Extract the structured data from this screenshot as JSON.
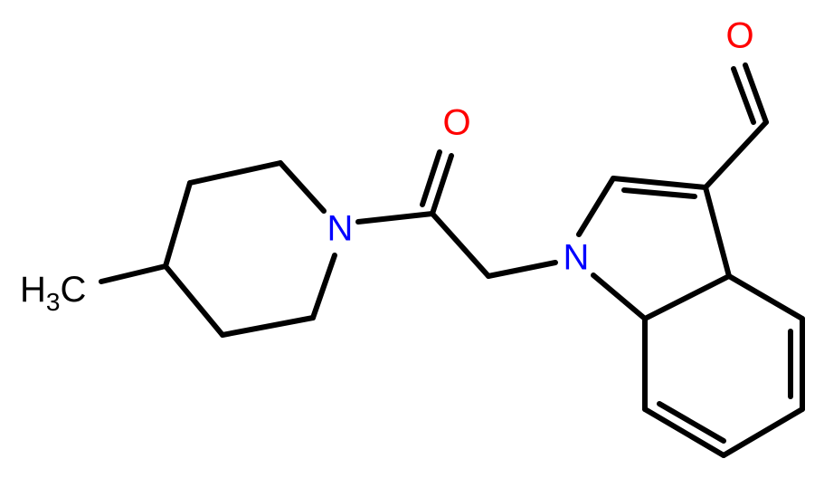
{
  "molecule": {
    "atoms": {
      "aldehyde_oxygen": {
        "symbol": "O",
        "color": "#ff0000"
      },
      "amide_oxygen": {
        "symbol": "O",
        "color": "#ff0000"
      },
      "piperidine_nitrogen": {
        "symbol": "N",
        "color": "#0000ff"
      },
      "indole_nitrogen": {
        "symbol": "N",
        "color": "#0000ff"
      },
      "methyl": {
        "main": "H",
        "subscript": "3",
        "tail": "C",
        "color": "#000000"
      }
    },
    "bond_color": "#000000"
  }
}
